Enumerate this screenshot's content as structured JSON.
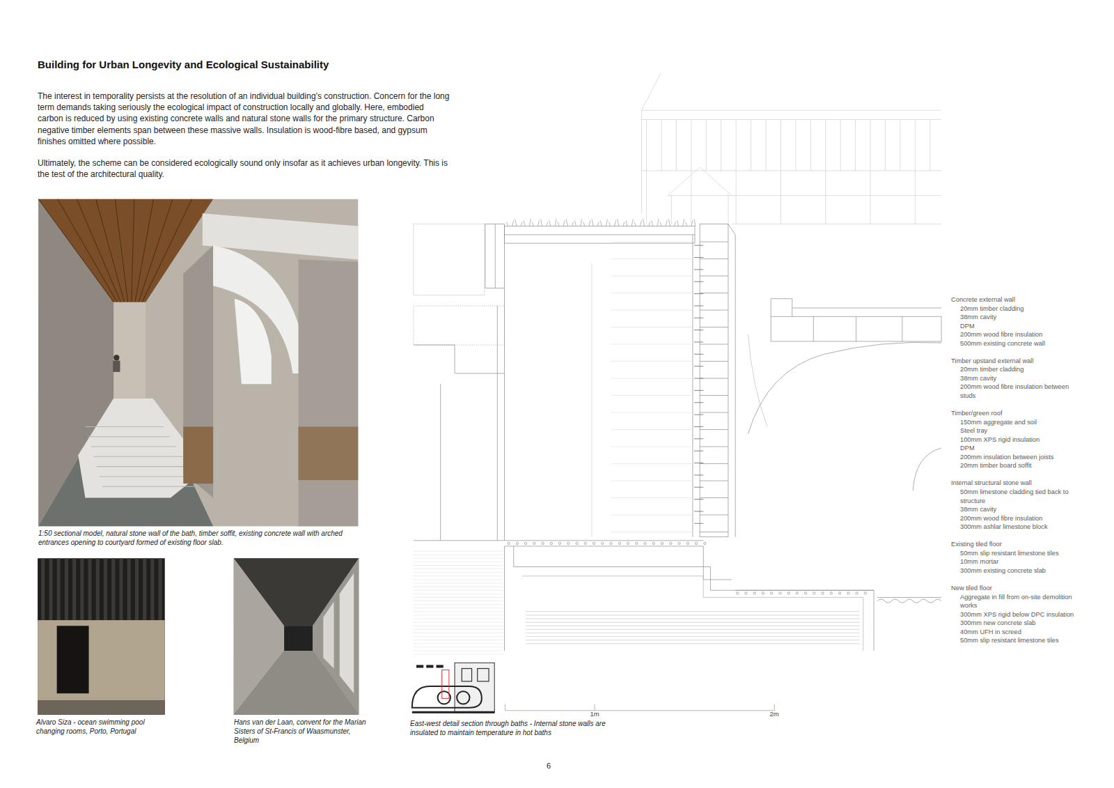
{
  "diagram": {
    "title": "Building for Urban Longevity and Ecological Sustainability",
    "caption": "East-west detail section through baths - Internal stone walls are insulated to maintain temperature in hot baths",
    "labels": [
      "The interest in temporality persists at the resolution of an individual building’s construction. Concern for the long term demands taking seriously the ecological impact of construction locally and globally. Here, embodied carbon is reduced by using existing concrete walls and natural stone walls for the primary structure. Carbon negative timber elements span between these massive walls. Insulation is wood-fibre based, and gypsum finishes omitted where possible.",
      "Ultimately, the scheme can be considered ecologically sound only insofar as it achieves urban longevity. This is the test of the architectural quality.",
      "1:50 sectional model, natural stone wall of the bath, timber soffit, existing concrete wall with arched entrances opening to courtyard formed of existing floor slab.",
      "Alvaro Siza - ocean swimming pool changing rooms, Porto, Portugal",
      "Hans van der Laan, convent for the Marian Sisters of St-Francis of Waasmunster, Belgium",
      "Concrete external wall",
      "20mm timber cladding",
      "38mm cavity",
      "DPM",
      "200mm wood fibre insulation",
      "500mm existing concrete wall",
      "Timber upstand external wall",
      "20mm timber cladding",
      "38mm cavity",
      "200mm wood fibre insulation between studs",
      "Timber/green roof",
      "150mm aggregate and soil",
      "Steel tray",
      "100mm XPS rigid insulation",
      "DPM",
      "200mm insulation between joists",
      "20mm timber board soffit",
      "Internal structural stone wall",
      "50mm limestone cladding tied back to structure",
      "38mm cavity",
      "200mm wood fibre insulation",
      "300mm ashlar limestone block",
      "Existing tiled floor",
      "50mm slip resistant limestone tiles",
      "10mm mortar",
      "300mm existing concrete slab",
      "New tiled floor",
      "Aggregate in fill from on-site demolition works",
      "300mm XPS rigid below DPC insulation",
      "300mm new concrete slab",
      "40mm UFH in screed",
      "50mm slip resistant limestone tiles",
      "1m",
      "2m",
      "6"
    ]
  }
}
